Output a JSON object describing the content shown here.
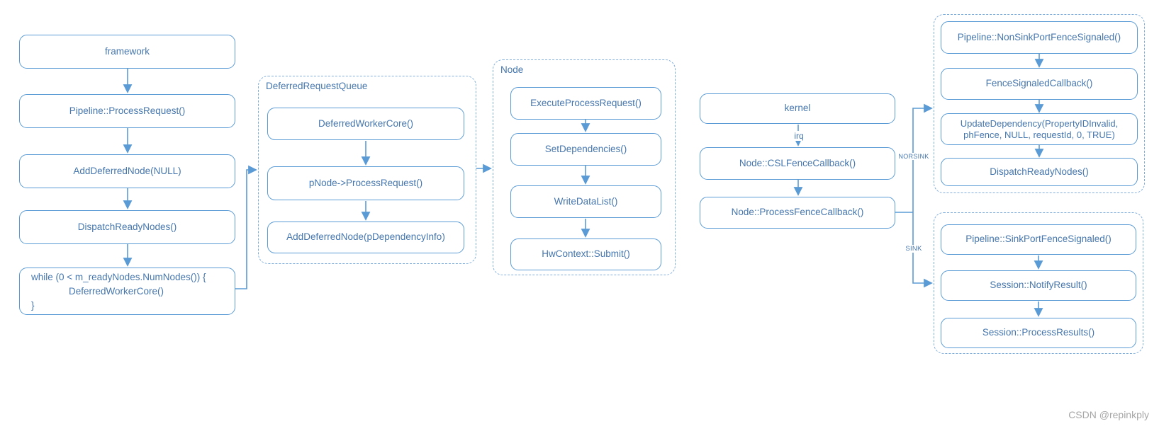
{
  "watermark": "CSDN @repinkply",
  "colors": {
    "stroke": "#5b9bd5",
    "text": "#4576ad",
    "watermark": "#a6a6a6"
  },
  "flow": {
    "framework_chain": {
      "nodes": [
        "framework",
        "Pipeline::ProcessRequest()",
        "AddDeferredNode(NULL)",
        "DispatchReadyNodes()"
      ],
      "while_block": {
        "line1": "while (0 < m_readyNodes.NumNodes()) {",
        "line2": "DeferredWorkerCore()",
        "line3": "}"
      }
    },
    "deferred_request_queue": {
      "title": "DeferredRequestQueue",
      "nodes": [
        "DeferredWorkerCore()",
        "pNode->ProcessRequest()",
        "AddDeferredNode(pDependencyInfo)"
      ]
    },
    "node_group": {
      "title": "Node",
      "nodes": [
        "ExecuteProcessRequest()",
        "SetDependencies()",
        "WriteDataList()",
        "HwContext::Submit()"
      ]
    },
    "kernel_chain": {
      "nodes": [
        "kernel",
        "Node::CSLFenceCallback()",
        "Node::ProcessFenceCallback()"
      ],
      "irq_label": "irq"
    },
    "branch_labels": {
      "norsink": "NORSINK",
      "sink": "SINK"
    },
    "nonsink_group": {
      "nodes": [
        "Pipeline::NonSinkPortFenceSignaled()",
        "FenceSignaledCallback()",
        "UpdateDependency(PropertyIDInvalid, phFence, NULL, requestId, 0, TRUE)",
        "DispatchReadyNodes()"
      ]
    },
    "sink_group": {
      "nodes": [
        "Pipeline::SinkPortFenceSignaled()",
        "Session::NotifyResult()",
        "Session::ProcessResults()"
      ]
    }
  }
}
